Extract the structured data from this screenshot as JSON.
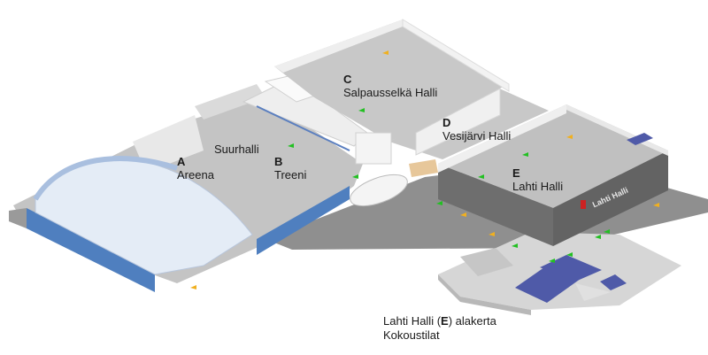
{
  "map": {
    "halls": [
      {
        "letter": "A",
        "name": "Areena"
      },
      {
        "letter": "B",
        "name": "Treeni"
      },
      {
        "letter": "C",
        "name": "Salpausselkä Halli"
      },
      {
        "letter": "D",
        "name": "Vesijärvi Halli"
      },
      {
        "letter": "E",
        "name": "Lahti Halli"
      }
    ],
    "area_label": "Suurhalli",
    "building_sign": "Lahti Halli",
    "lower_floor": {
      "line1_prefix": "Lahti Halli (",
      "line1_letter": "E",
      "line1_suffix": ") alakerta",
      "line2": "Kokoustilat"
    }
  },
  "colors": {
    "floor": "#c4c4c4",
    "wall": "#ececec",
    "glass_wall": "#4f7fbf",
    "dark_block": "#6a6a6a",
    "room_blue": "#4f5aa8",
    "entrance_arrow": "#f0b020",
    "exit_arrow": "#22c022"
  }
}
